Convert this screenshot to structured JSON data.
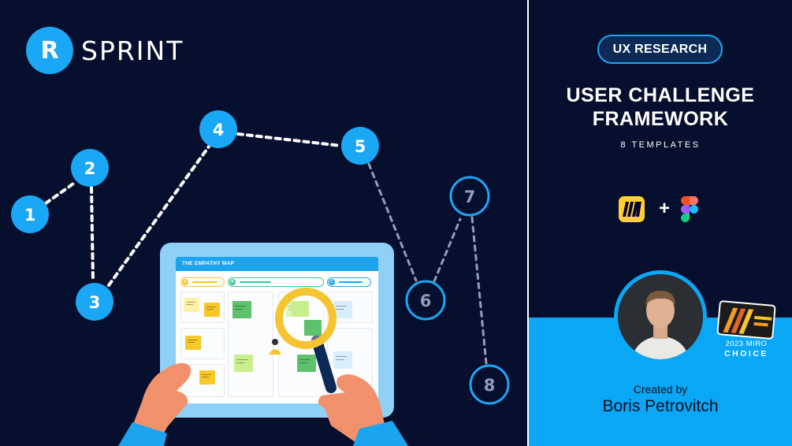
{
  "logo": {
    "letter": "R",
    "name": "SPRINT"
  },
  "steps": [
    "1",
    "2",
    "3",
    "4",
    "5",
    "6",
    "7",
    "8"
  ],
  "illustration": {
    "board_title": "THE EMPATHY MAP",
    "columns": [
      "A",
      "B",
      "C"
    ]
  },
  "badge": "UX RESEARCH",
  "title_line1": "USER CHALLENGE",
  "title_line2": "FRAMEWORK",
  "subtitle": "8 TEMPLATES",
  "tools": {
    "plus": "+",
    "icons": [
      "miro-icon",
      "figma-icon"
    ]
  },
  "award": {
    "year": "2023 MIRO",
    "choice": "CHOICE"
  },
  "created_by": "Created by",
  "author": "Boris Petrovitch",
  "colors": {
    "background": "#070f2e",
    "accent": "#1aa7f5",
    "panel_blue": "#0ba7f7",
    "miro_yellow": "#ffd02f"
  }
}
